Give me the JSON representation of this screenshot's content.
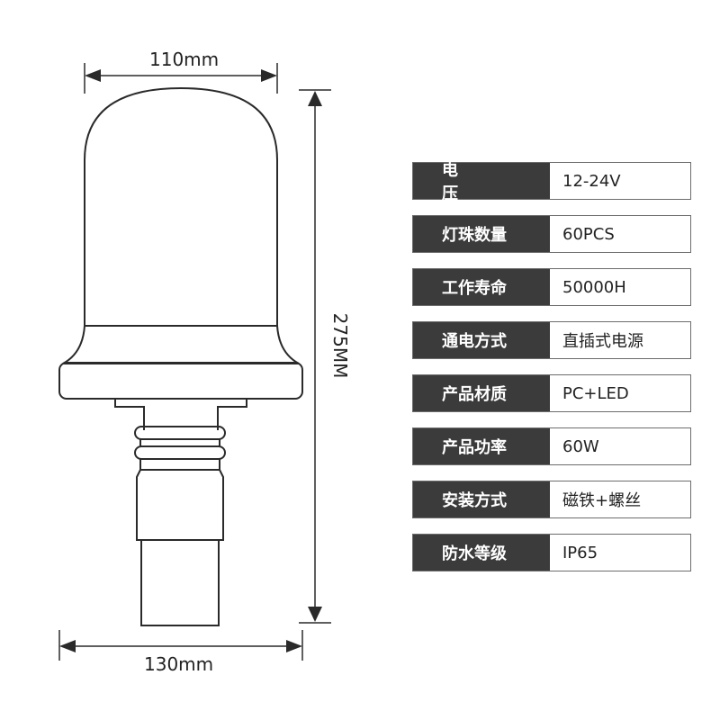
{
  "dimensions": {
    "top_width": "110mm",
    "bottom_width": "130mm",
    "height": "275MM"
  },
  "specs": [
    {
      "label": "电  压",
      "value": "12-24V"
    },
    {
      "label": "灯珠数量",
      "value": "60PCS"
    },
    {
      "label": "工作寿命",
      "value": "50000H"
    },
    {
      "label": "通电方式",
      "value": "直插式电源"
    },
    {
      "label": "产品材质",
      "value": "PC+LED"
    },
    {
      "label": "产品功率",
      "value": "60W"
    },
    {
      "label": "安装方式",
      "value": "磁铁+螺丝"
    },
    {
      "label": "防水等级",
      "value": "IP65"
    }
  ],
  "colors": {
    "line": "#2a2a2a",
    "label_bg": "#3b3b3b",
    "label_text": "#ffffff",
    "border": "#6c6c6c"
  }
}
